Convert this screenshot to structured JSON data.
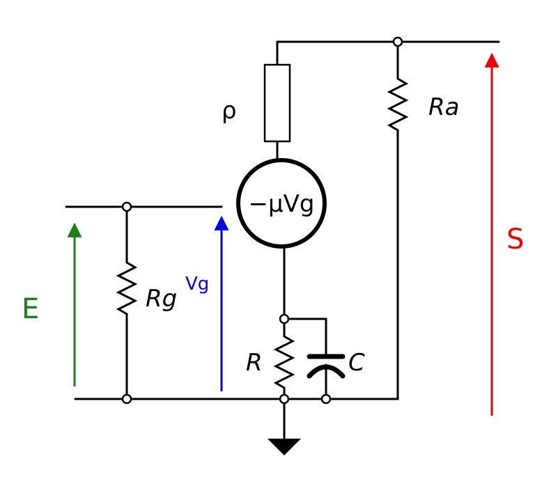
{
  "labels": {
    "rho": "ρ",
    "ra": "Ra",
    "source": "−μVg",
    "rg": "Rg",
    "vg": "Vg",
    "e": "E",
    "s": "S",
    "r": "R",
    "c": "C"
  },
  "colors": {
    "e": "#1a7f1a",
    "vg": "#0000ee",
    "s": "#ee0000",
    "wire": "#000000"
  },
  "icons": {
    "ground": "ground-icon"
  }
}
